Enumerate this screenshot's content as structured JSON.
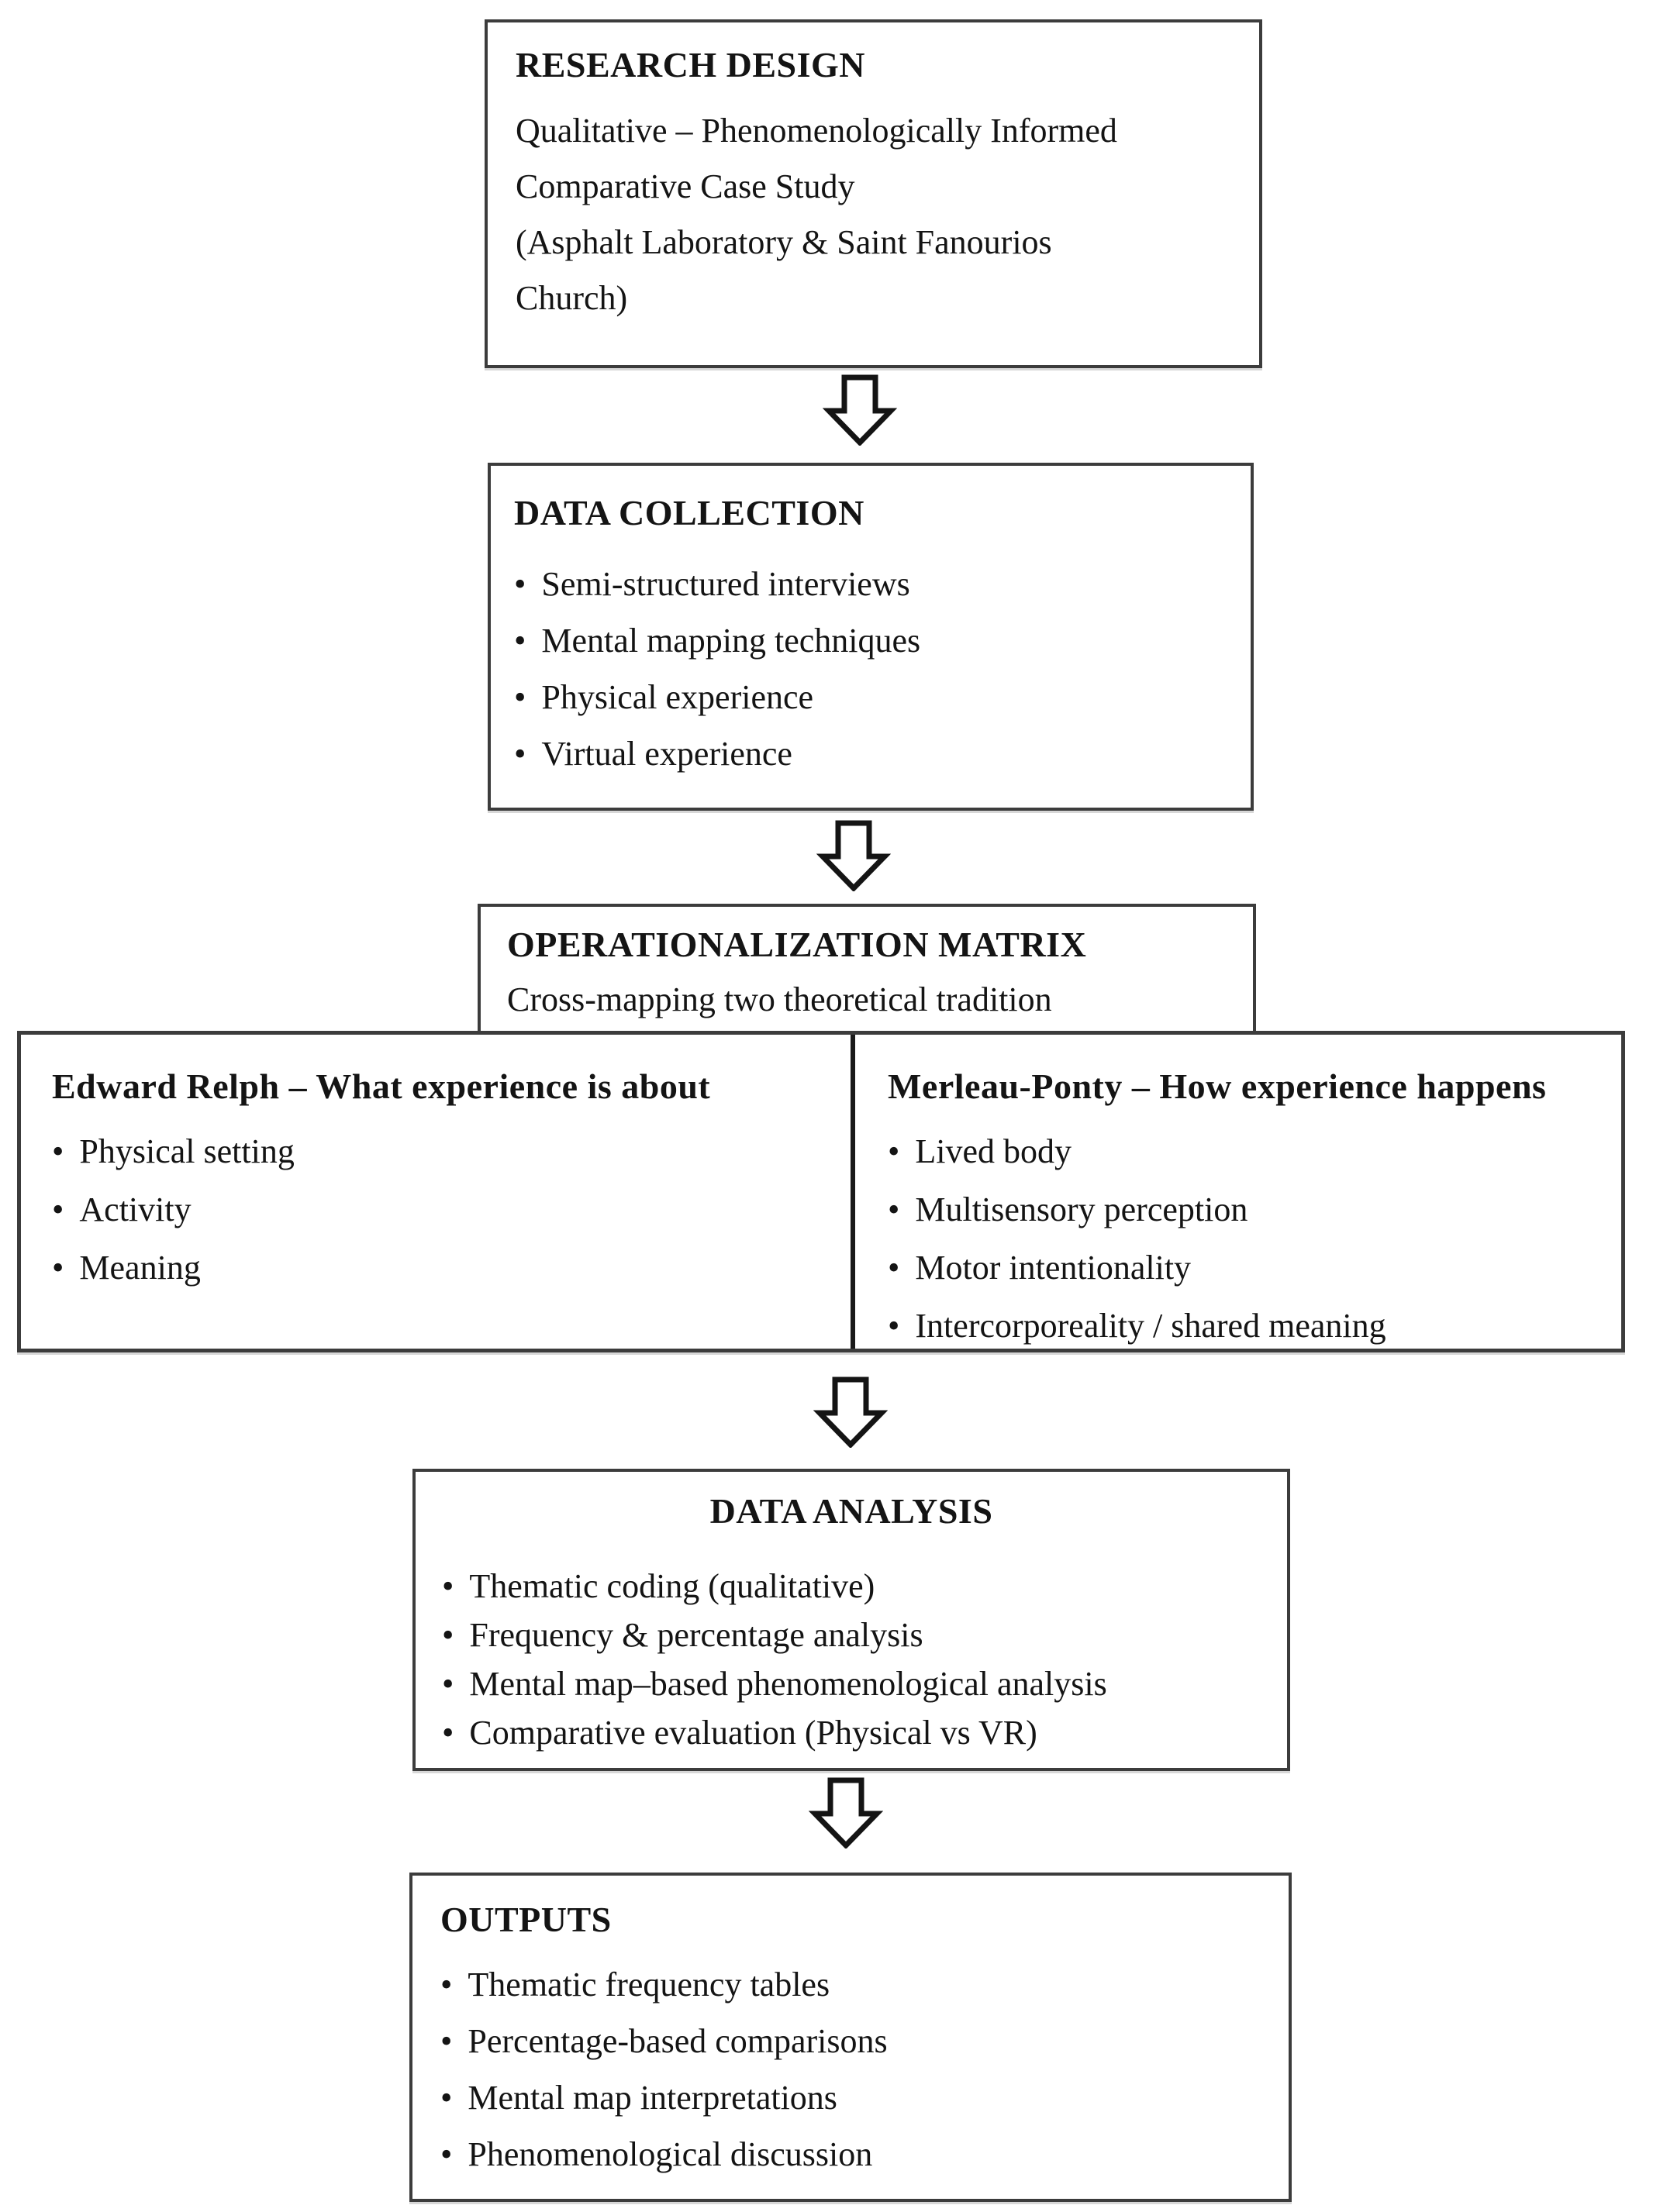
{
  "colors": {
    "background": "#ffffff",
    "text": "#141414",
    "box_border": "#3c3c3c",
    "column_divider": "#1a1a1a",
    "arrow_outline": "#141414",
    "arrow_fill": "#ffffff"
  },
  "icons": {
    "bullet": "•",
    "arrow": "down-block-arrow"
  },
  "flow": {
    "research_design": {
      "title": "RESEARCH DESIGN",
      "lines": [
        "Qualitative – Phenomenologically Informed",
        "Comparative Case Study",
        "(Asphalt Laboratory & Saint Fanourios",
        "Church)"
      ]
    },
    "data_collection": {
      "title": "DATA COLLECTION",
      "items": [
        "Semi-structured interviews",
        "Mental mapping techniques",
        "Physical experience",
        "Virtual experience"
      ]
    },
    "operationalization_matrix": {
      "title": "OPERATIONALIZATION MATRIX",
      "subtitle": "Cross-mapping two theoretical tradition"
    },
    "matrix_columns": {
      "left": {
        "title": "Edward Relph – What experience is about",
        "items": [
          "Physical setting",
          "Activity",
          "Meaning"
        ]
      },
      "right": {
        "title": "Merleau-Ponty – How experience happens",
        "items": [
          "Lived body",
          "Multisensory perception",
          "Motor intentionality",
          "Intercorporeality / shared meaning"
        ]
      }
    },
    "data_analysis": {
      "title": "DATA ANALYSIS",
      "items": [
        "Thematic coding (qualitative)",
        "Frequency & percentage analysis",
        "Mental map–based phenomenological analysis",
        "Comparative evaluation (Physical vs VR)"
      ]
    },
    "outputs": {
      "title": "OUTPUTS",
      "items": [
        "Thematic frequency tables",
        "Percentage-based comparisons",
        "Mental map interpretations",
        "Phenomenological discussion"
      ]
    }
  }
}
